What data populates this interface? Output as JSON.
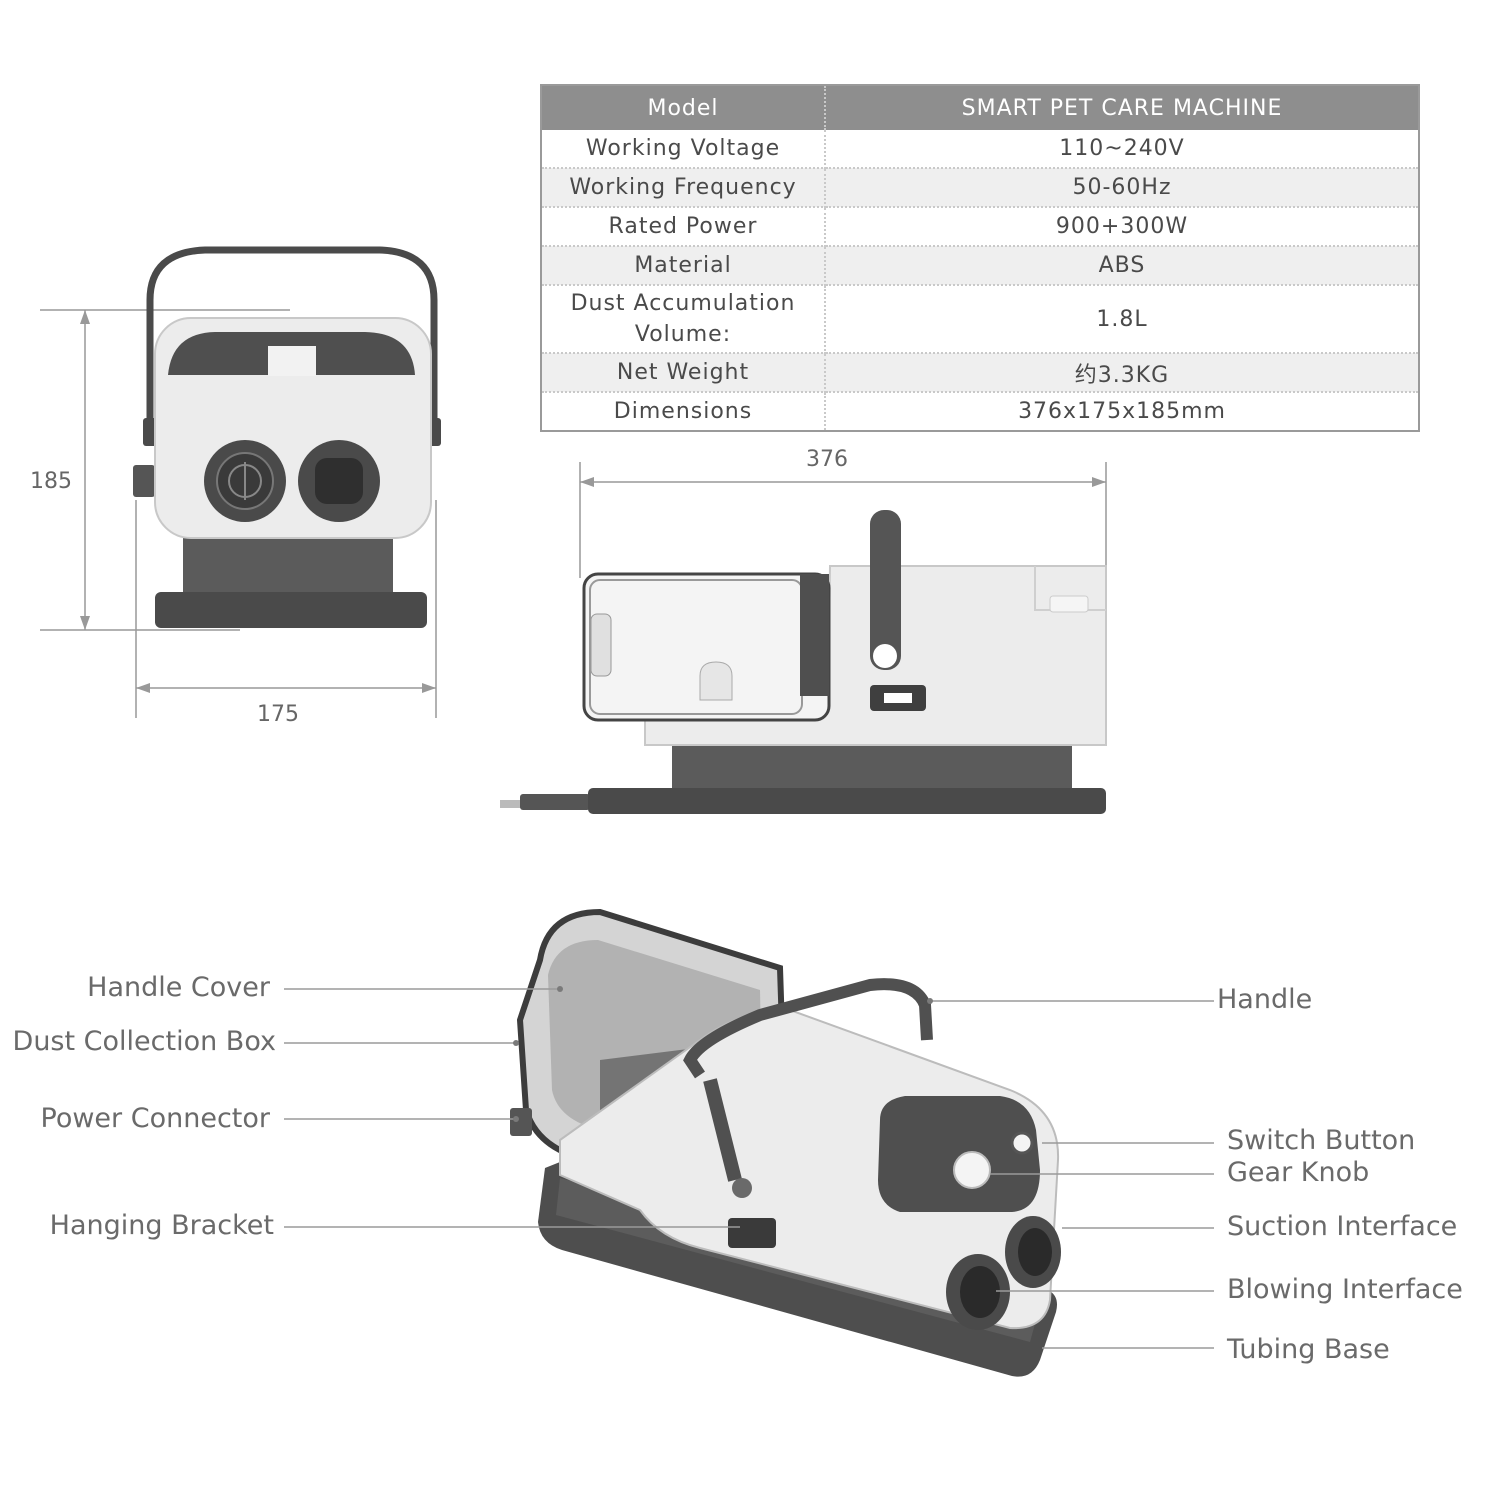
{
  "spec_table": {
    "header": {
      "key": "Model",
      "value": "SMART PET CARE MACHINE"
    },
    "rows": [
      {
        "key": "Working Voltage",
        "value": "110~240V"
      },
      {
        "key": "Working Frequency",
        "value": "50-60Hz"
      },
      {
        "key": "Rated Power",
        "value": "900+300W"
      },
      {
        "key": "Material",
        "value": "ABS"
      },
      {
        "key": "Dust Accumulation\nVolume:",
        "value": "1.8L"
      },
      {
        "key": "Net Weight",
        "value": "约3.3KG"
      },
      {
        "key": "Dimensions",
        "value": "376x175x185mm"
      }
    ]
  },
  "dimensions": {
    "height": "185",
    "width": "175",
    "length": "376"
  },
  "callouts": {
    "handle_cover": "Handle Cover",
    "dust_collection_box": "Dust Collection Box",
    "power_connector": "Power Connector",
    "hanging_bracket": "Hanging Bracket",
    "handle": "Handle",
    "switch_button": "Switch Button",
    "gear_knob": "Gear Knob",
    "suction_interface": "Suction Interface",
    "blowing_interface": "Blowing Interface",
    "tubing_base": "Tubing Base"
  },
  "colors": {
    "body": "#ececec",
    "dark": "#555555",
    "base": "#4a4a4a",
    "table_header": "#8e8e8e"
  }
}
